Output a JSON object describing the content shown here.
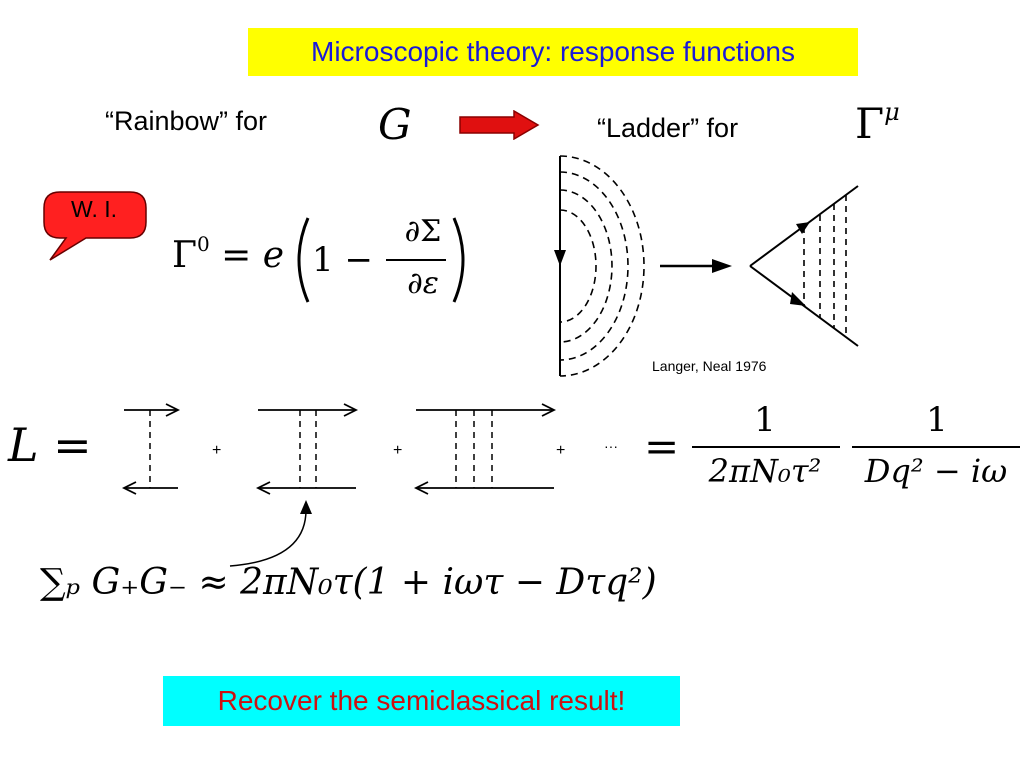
{
  "slide": {
    "title": "Microscopic theory: response functions",
    "rainbow_label": "“Rainbow” for",
    "ladder_label": "“Ladder” for",
    "symbol_G": "G",
    "symbol_Gamma": "Γ",
    "symbol_mu": "μ",
    "wi_callout": "W. I.",
    "credit": "Langer, Neal 1976",
    "conclusion": "Recover the semiclassical result!"
  },
  "equations": {
    "vertex": {
      "lhs_base": "Γ",
      "lhs_sup": "0",
      "eq": "=",
      "e": "e",
      "one_minus": "1 −",
      "numerator": "∂Σ",
      "denominator": "∂ε"
    },
    "ladder_sum": {
      "lhs": "L =",
      "plus": "+",
      "dots": "···",
      "eq": "=",
      "frac1_num": "1",
      "frac1_den": "2πN₀τ²",
      "frac2_num": "1",
      "frac2_den": "Dq² − iω"
    },
    "bubble": {
      "text": "∑ₚ G₊G₋ ≈ 2πN₀τ(1 + iωτ − Dτq²)"
    }
  },
  "colors": {
    "title_bg": "#ffff00",
    "title_text": "#1a1ad8",
    "arrow_red": "#e01010",
    "callout_red": "#ff2020",
    "conclusion_bg": "#00ffff",
    "conclusion_text": "#cc1111"
  }
}
